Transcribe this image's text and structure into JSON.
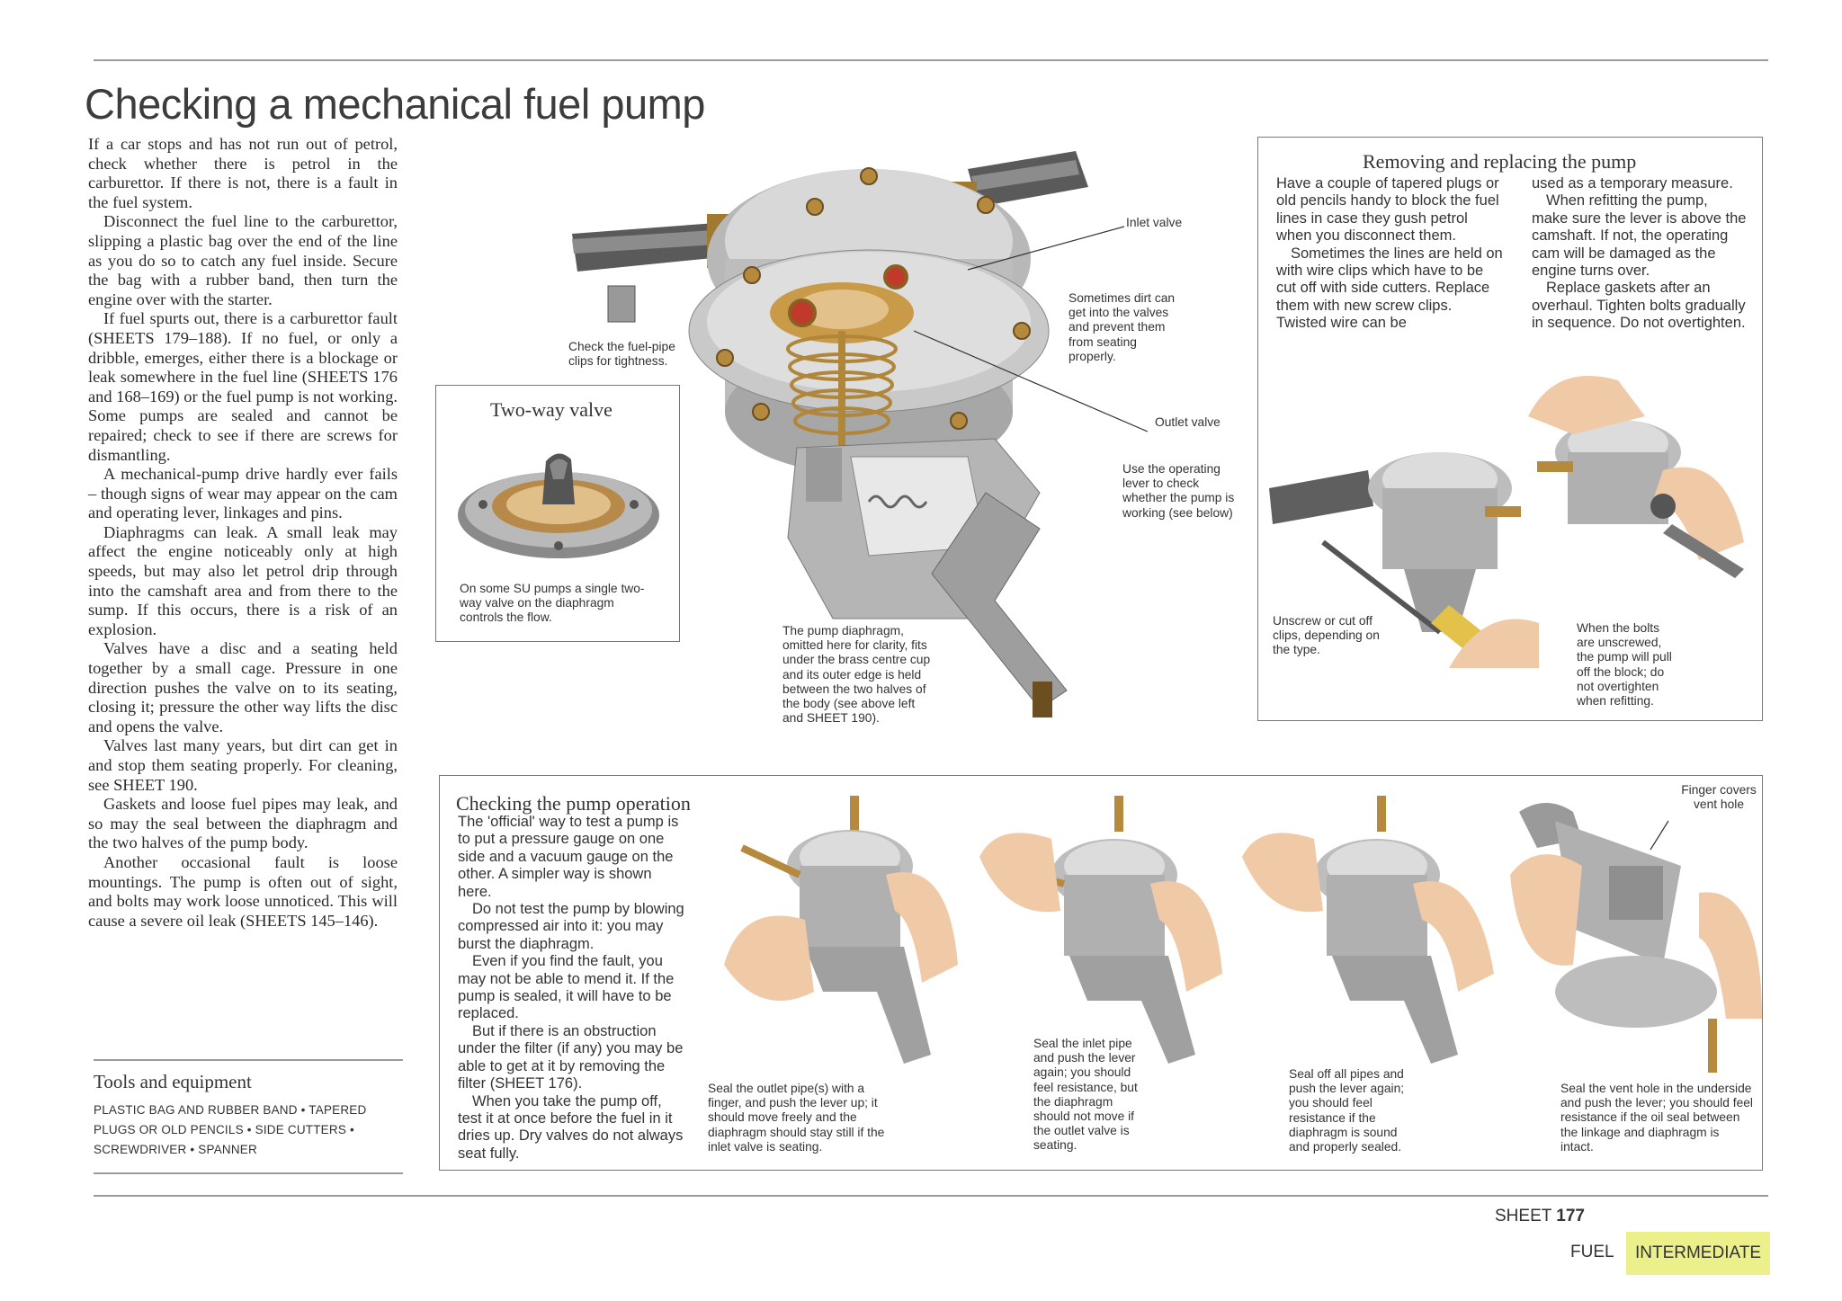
{
  "page": {
    "title": "Checking a mechanical fuel pump",
    "body": [
      "If a car stops and has not run out of petrol, check whether there is petrol in the carburettor. If there is not, there is a fault in the fuel system.",
      "Disconnect the fuel line to the carburettor, slipping a plastic bag over the end of the line as you do so to catch any fuel inside. Secure the bag with a rubber band, then turn the engine over with the starter.",
      "If fuel spurts out, there is a carburettor fault (SHEETS 179–188). If no fuel, or only a dribble, emerges, either there is a blockage or leak somewhere in the fuel line (SHEETS 176 and 168–169) or the fuel pump is not working. Some pumps are sealed and cannot be repaired; check to see if there are screws for dismantling.",
      "A mechanical-pump drive hardly ever fails – though signs of wear may appear on the cam and operating lever, linkages and pins.",
      "Diaphragms can leak. A small leak may affect the engine noticeably only at high speeds, but may also let petrol drip through into the camshaft area and from there to the sump. If this occurs, there is a risk of an explosion.",
      "Valves have a disc and a seating held together by a small cage. Pressure in one direction pushes the valve on to its seating, closing it; pressure the other way lifts the disc and opens the valve.",
      "Valves last many years, but dirt can get in and stop them seating properly. For cleaning, see SHEET 190.",
      "Gaskets and loose fuel pipes may leak, and so may the seal between the diaphragm and the two halves of the pump body.",
      "Another occasional fault is loose mountings. The pump is often out of sight, and bolts may work loose unnoticed. This will cause a severe oil leak (SHEETS 145–146)."
    ],
    "tools": {
      "heading": "Tools and equipment",
      "items": "PLASTIC BAG AND RUBBER BAND • TAPERED PLUGS OR OLD PENCILS • SIDE CUTTERS • SCREWDRIVER • SPANNER"
    }
  },
  "two_way_valve": {
    "heading": "Two-way valve",
    "caption": "On some SU pumps a single two-way valve on the diaphragm controls the flow."
  },
  "pump_diagram": {
    "inlet_valve": "Inlet valve",
    "outlet_valve": "Outlet valve",
    "fuel_pipe_clips": "Check the fuel-pipe clips for tightness.",
    "dirt_note": "Sometimes dirt can get into the valves and prevent them from seating properly.",
    "lever_note": "Use the operating lever to check whether the pump is working (see below)",
    "diaphragm_note": "The pump diaphragm, omitted here for clarity, fits under the brass centre cup and its outer edge is held between the two halves of the body (see above left and SHEET 190)."
  },
  "removing": {
    "heading": "Removing and replacing the pump",
    "col1": [
      "Have a couple of tapered plugs or old pencils handy to block the fuel lines in case they gush petrol when you disconnect them.",
      "Sometimes the lines are held on with wire clips which have to be cut off with side cutters. Replace them with new screw clips. Twisted wire can be"
    ],
    "col2": [
      "used as a temporary measure.",
      "When refitting the pump, make sure the lever is above the camshaft. If not, the operating cam will be damaged as the engine turns over.",
      "Replace gaskets after an overhaul. Tighten bolts gradually in sequence. Do not overtighten."
    ],
    "cap_clips": "Unscrew or cut off clips, depending on the type.",
    "cap_bolts": "When the bolts are unscrewed, the pump will pull off the block; do not overtighten when refitting."
  },
  "checking": {
    "heading": "Checking the pump operation",
    "paras": [
      "The 'official' way to test a pump is to put a pressure gauge on one side and a vacuum gauge on the other. A simpler way is shown here.",
      "Do not test the pump by blowing compressed air into it: you may burst the diaphragm.",
      "Even if you find the fault, you may not be able to mend it. If the pump is sealed, it will have to be replaced.",
      "But if there is an obstruction under the filter (if any) you may be able to get at it by removing the filter (SHEET 176).",
      "When you take the pump off, test it at once before the fuel in it dries up. Dry valves do not always seat fully."
    ],
    "cap1": "Seal the outlet pipe(s) with a finger, and push the lever up; it should move freely and the diaphragm should stay still if the inlet valve is seating.",
    "cap2": "Seal the inlet pipe and push the lever again; you should feel resistance, but the diaphragm should not move if the outlet valve is seating.",
    "cap3": "Seal off all pipes and push the lever again; you should feel resistance if the diaphragm is sound and properly sealed.",
    "cap4": "Seal the vent hole in the underside and push the lever; you should feel resistance if the oil seal between the linkage and diaphragm is intact.",
    "finger_note": "Finger covers vent hole"
  },
  "footer": {
    "sheet_label": "SHEET",
    "sheet_number": "177",
    "section": "FUEL",
    "level": "INTERMEDIATE"
  }
}
